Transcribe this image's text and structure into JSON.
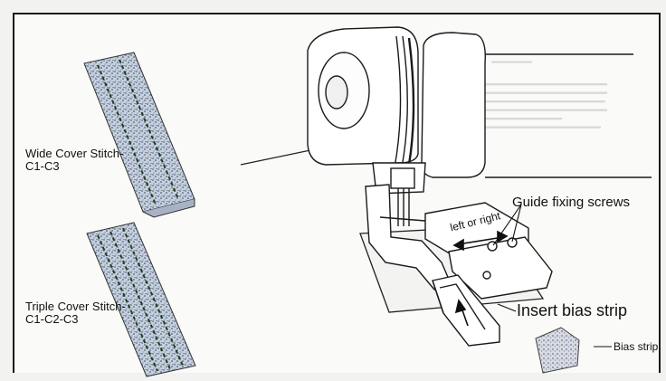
{
  "labels": {
    "wide_cover_line1": "Wide Cover Stitch-",
    "wide_cover_line2": "C1-C3",
    "triple_cover_line1": "Triple Cover Stitch-",
    "triple_cover_line2": "C1-C2-C3",
    "guide_fixing_screws": "Guide fixing screws",
    "left_or_right": "left or right",
    "insert_bias_strip": "Insert bias strip",
    "bias_strip": "Bias strip"
  },
  "colors": {
    "ink": "#111111",
    "fabric_speckle": "#7a8fb0",
    "fabric_green": "#3f6a3c",
    "paper": "#fafaf8"
  }
}
